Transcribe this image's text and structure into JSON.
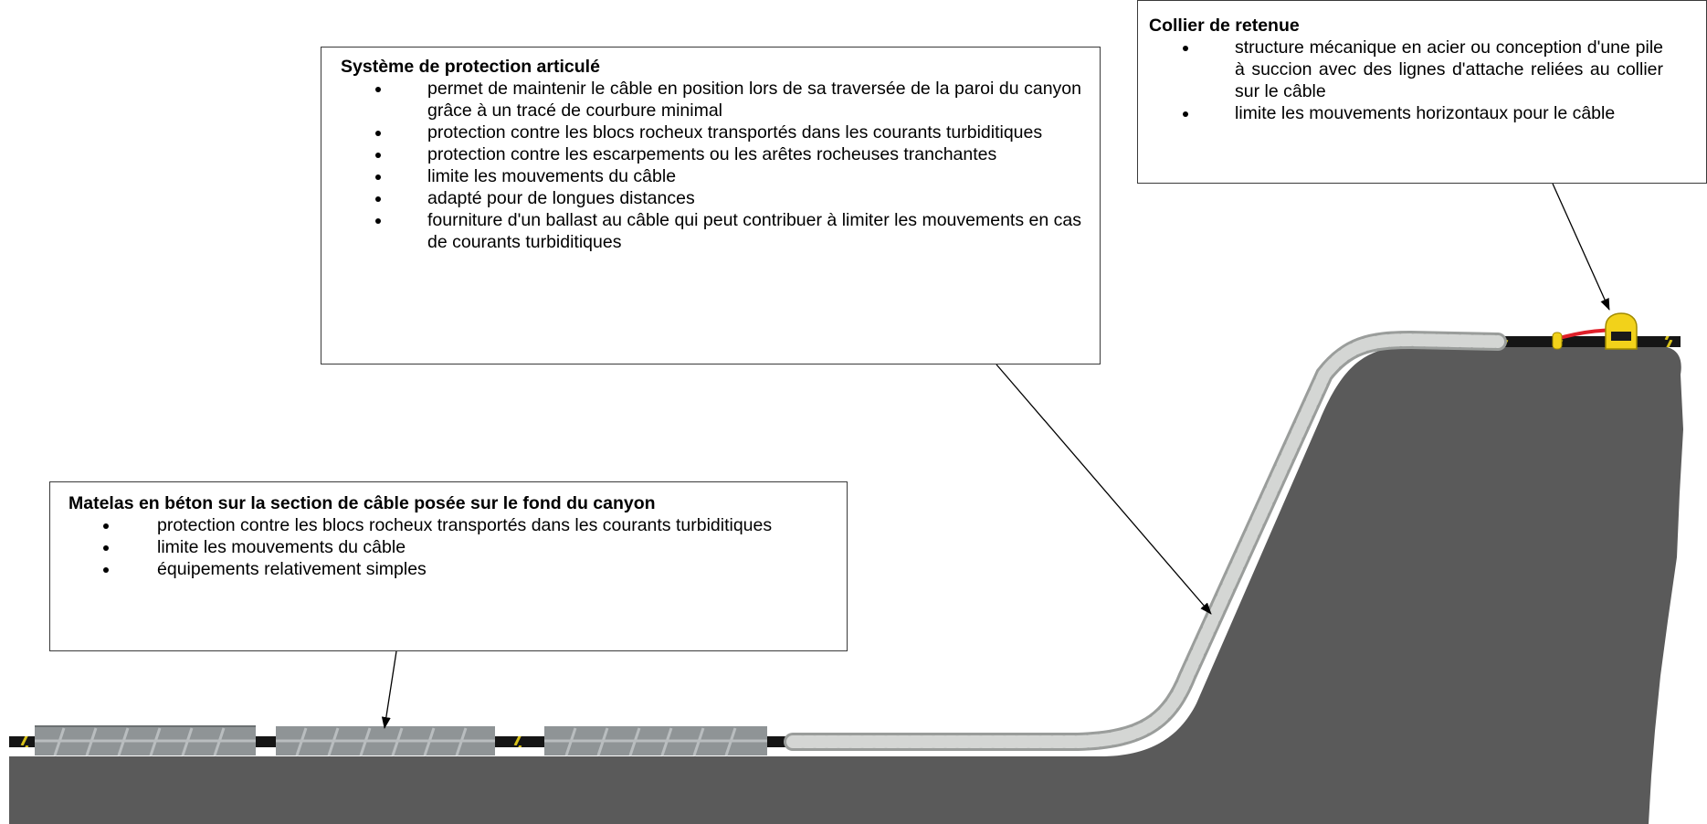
{
  "colors": {
    "seabed": "#5a5a5a",
    "cable": "#151515",
    "cable_stripe": "#d8c21a",
    "articulated_segment": "#c9ccca",
    "mattress": "#8f9496",
    "collar": "#f2d21a",
    "collar_line": "#e0202a",
    "callout_border": "#3a3a3a",
    "leader_line": "#000000"
  },
  "callouts": {
    "articulated": {
      "title": "Système de protection articulé",
      "items": [
        "permet de maintenir le câble en position lors de sa traversée de la paroi du canyon grâce à un tracé de courbure minimal",
        "protection contre les blocs rocheux transportés dans les courants turbiditiques",
        "protection contre les escarpements ou les arêtes rocheuses tranchantes",
        "limite les mouvements du câble",
        "adapté pour de longues distances",
        "fourniture d'un ballast au câble qui peut contribuer à limiter les mouvements en cas de courants turbiditiques"
      ]
    },
    "collar": {
      "title": "Collier de retenue",
      "items": [
        "structure mécanique en acier ou conception d'une pile à succion avec des lignes d'attache reliées au collier sur le câble",
        "limite les mouvements horizontaux pour le câble"
      ]
    },
    "mattress": {
      "title": "Matelas en béton sur la section de câble posée sur le fond du canyon",
      "items": [
        "protection contre les blocs rocheux transportés dans les courants turbiditiques",
        "limite les mouvements du câble",
        "équipements relativement simples"
      ]
    }
  }
}
